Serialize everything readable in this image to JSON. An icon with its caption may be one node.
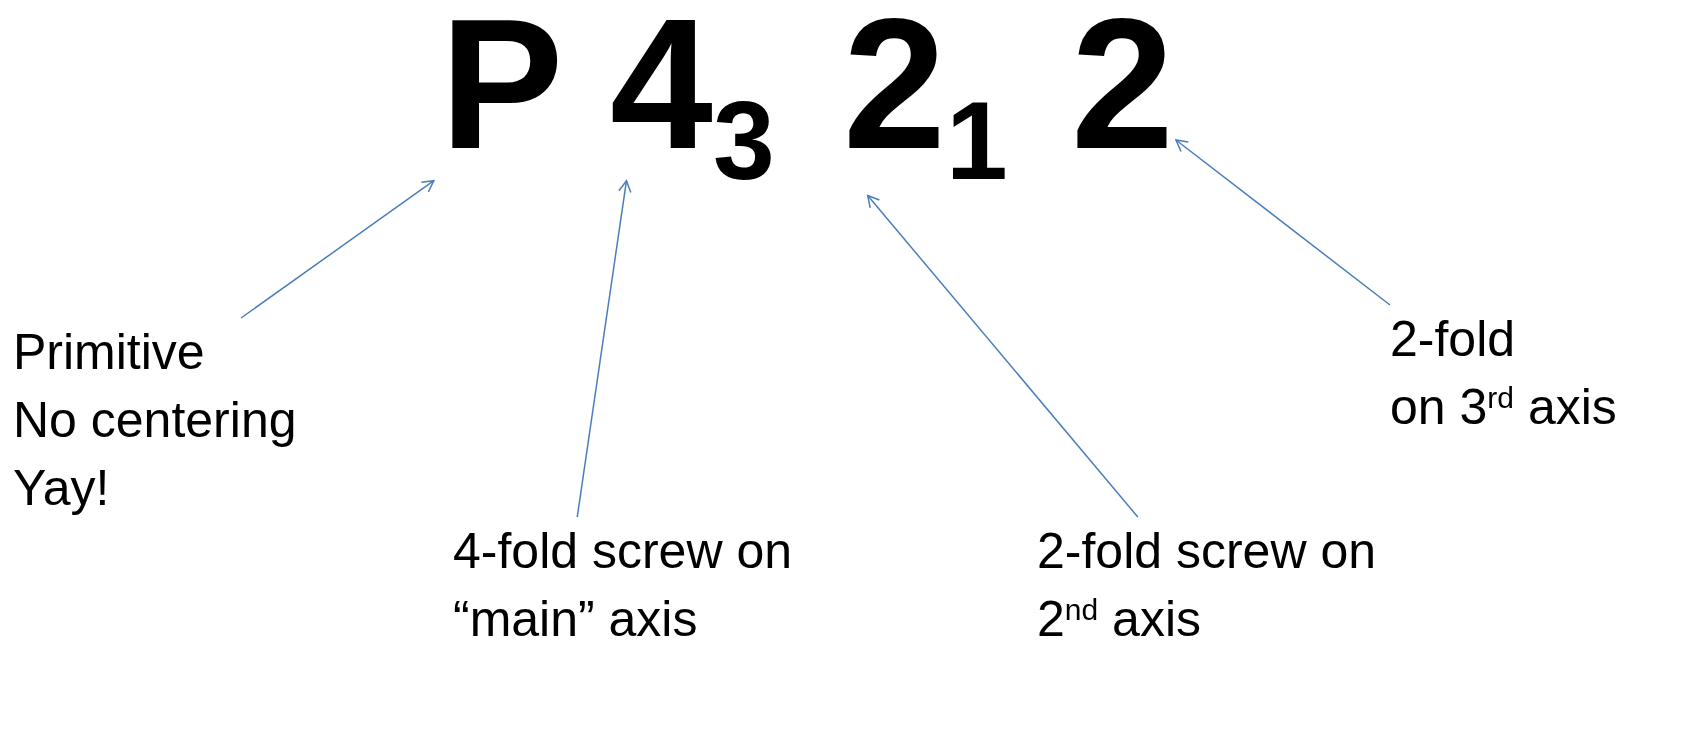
{
  "diagram": {
    "nodes": [
      {
        "text": [
          "P"
        ]
      },
      {
        "text": [
          "4$_{3}$"
        ]
      },
      {
        "text": [
          "2$_{1}$"
        ]
      },
      {
        "text": [
          "2"
        ]
      },
      {
        "text": [
          "Primitive",
          "No centering",
          "Yay!"
        ]
      },
      {
        "text": [
          "4-fold screw on “main” axis"
        ]
      },
      {
        "text": [
          "2-fold screw on 2$^{nd}$ axis"
        ]
      },
      {
        "text": [
          "2-fold",
          "on 3$^{rd}$ axis"
        ]
      }
    ],
    "edges": [
      {
        "from": 4,
        "to": 0,
        "arrow": "to"
      },
      {
        "from": 5,
        "to": 1,
        "arrow": "to"
      },
      {
        "from": 6,
        "to": 2,
        "arrow": "to"
      },
      {
        "from": 7,
        "to": 3,
        "arrow": "to"
      }
    ]
  }
}
